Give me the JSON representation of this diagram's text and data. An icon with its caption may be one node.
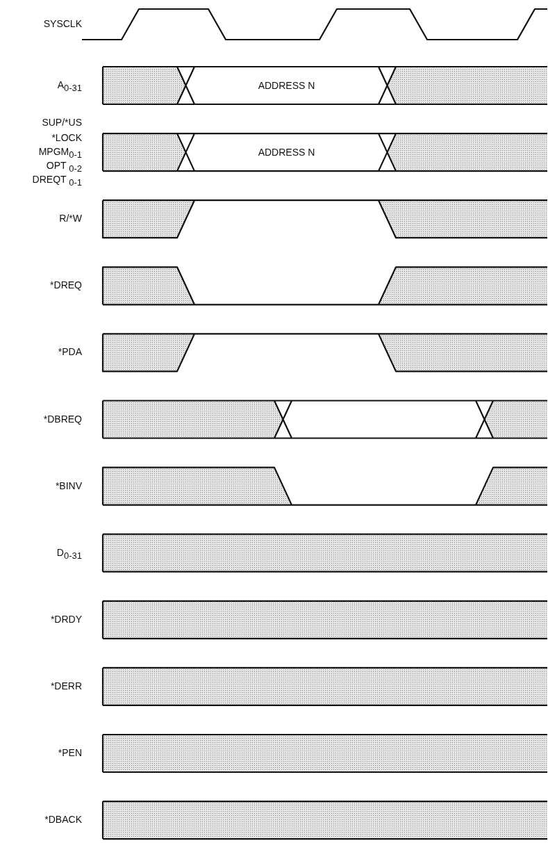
{
  "diagram": {
    "labels": [
      "SYSCLK",
      "A$_{0-31}$",
      "ADDRESS N",
      "SUP/*US",
      "*LOCK",
      "MPGM$_{0-1}$",
      "OPT$_{ 0-2}$",
      "DREQT$_{ 0-1}$",
      "ADDRESS N",
      "R/*W",
      "*DREQ",
      "*PDA",
      "*DBREQ",
      "*BINV",
      "D$_{0-31}$",
      "*DRDY",
      "*DERR",
      "*PEN",
      "*DBACK"
    ]
  }
}
